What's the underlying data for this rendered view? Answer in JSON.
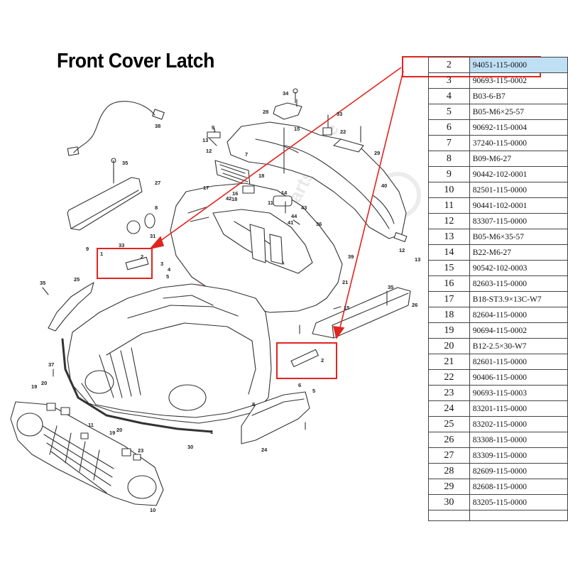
{
  "title": "Front Cover Latch",
  "watermark": "ESR Motorcycle Parts Store",
  "colors": {
    "highlight_box": "#e2241f",
    "selected_cell": "#bfe0f4",
    "line_art": "#333333"
  },
  "parts_table": [
    {
      "num": "2",
      "part": "94051-115-0000",
      "highlighted": true
    },
    {
      "num": "3",
      "part": "90693-115-0002"
    },
    {
      "num": "4",
      "part": "B03-6-B7"
    },
    {
      "num": "5",
      "part": "B05-M6×25-57"
    },
    {
      "num": "6",
      "part": "90692-115-0004"
    },
    {
      "num": "7",
      "part": "37240-115-0000"
    },
    {
      "num": "8",
      "part": "B09-M6-27"
    },
    {
      "num": "9",
      "part": "90442-102-0001"
    },
    {
      "num": "10",
      "part": "82501-115-0000"
    },
    {
      "num": "11",
      "part": "90441-102-0001"
    },
    {
      "num": "12",
      "part": "83307-115-0000"
    },
    {
      "num": "13",
      "part": "B05-M6×35-57"
    },
    {
      "num": "14",
      "part": "B22-M6-27"
    },
    {
      "num": "15",
      "part": "90542-102-0003"
    },
    {
      "num": "16",
      "part": "82603-115-0000"
    },
    {
      "num": "17",
      "part": "B18-ST3.9×13C-W7"
    },
    {
      "num": "18",
      "part": "82604-115-0000"
    },
    {
      "num": "19",
      "part": "90694-115-0002"
    },
    {
      "num": "20",
      "part": "B12-2.5×30-W7"
    },
    {
      "num": "21",
      "part": "82601-115-0000"
    },
    {
      "num": "22",
      "part": "90406-115-0000"
    },
    {
      "num": "23",
      "part": "90693-115-0003"
    },
    {
      "num": "24",
      "part": "83201-115-0000"
    },
    {
      "num": "25",
      "part": "83202-115-0000"
    },
    {
      "num": "26",
      "part": "83308-115-0000"
    },
    {
      "num": "27",
      "part": "83309-115-0000"
    },
    {
      "num": "28",
      "part": "82609-115-0000"
    },
    {
      "num": "29",
      "part": "82608-115-0000"
    },
    {
      "num": "30",
      "part": "83205-115-0000"
    }
  ],
  "callouts": [
    "34",
    "28",
    "33",
    "15",
    "22",
    "38",
    "1",
    "13",
    "12",
    "7",
    "9",
    "29",
    "35",
    "18",
    "14",
    "40",
    "27",
    "17",
    "16",
    "42",
    "11",
    "43",
    "8",
    "44",
    "41",
    "36",
    "31",
    "33",
    "12",
    "13",
    "9",
    "1",
    "2",
    "3",
    "4",
    "5",
    "39",
    "21",
    "25",
    "35",
    "15",
    "35",
    "26",
    "2",
    "6",
    "5",
    "37",
    "19",
    "20",
    "8",
    "18",
    "24",
    "11",
    "19",
    "20",
    "23",
    "1",
    "30",
    "10"
  ]
}
